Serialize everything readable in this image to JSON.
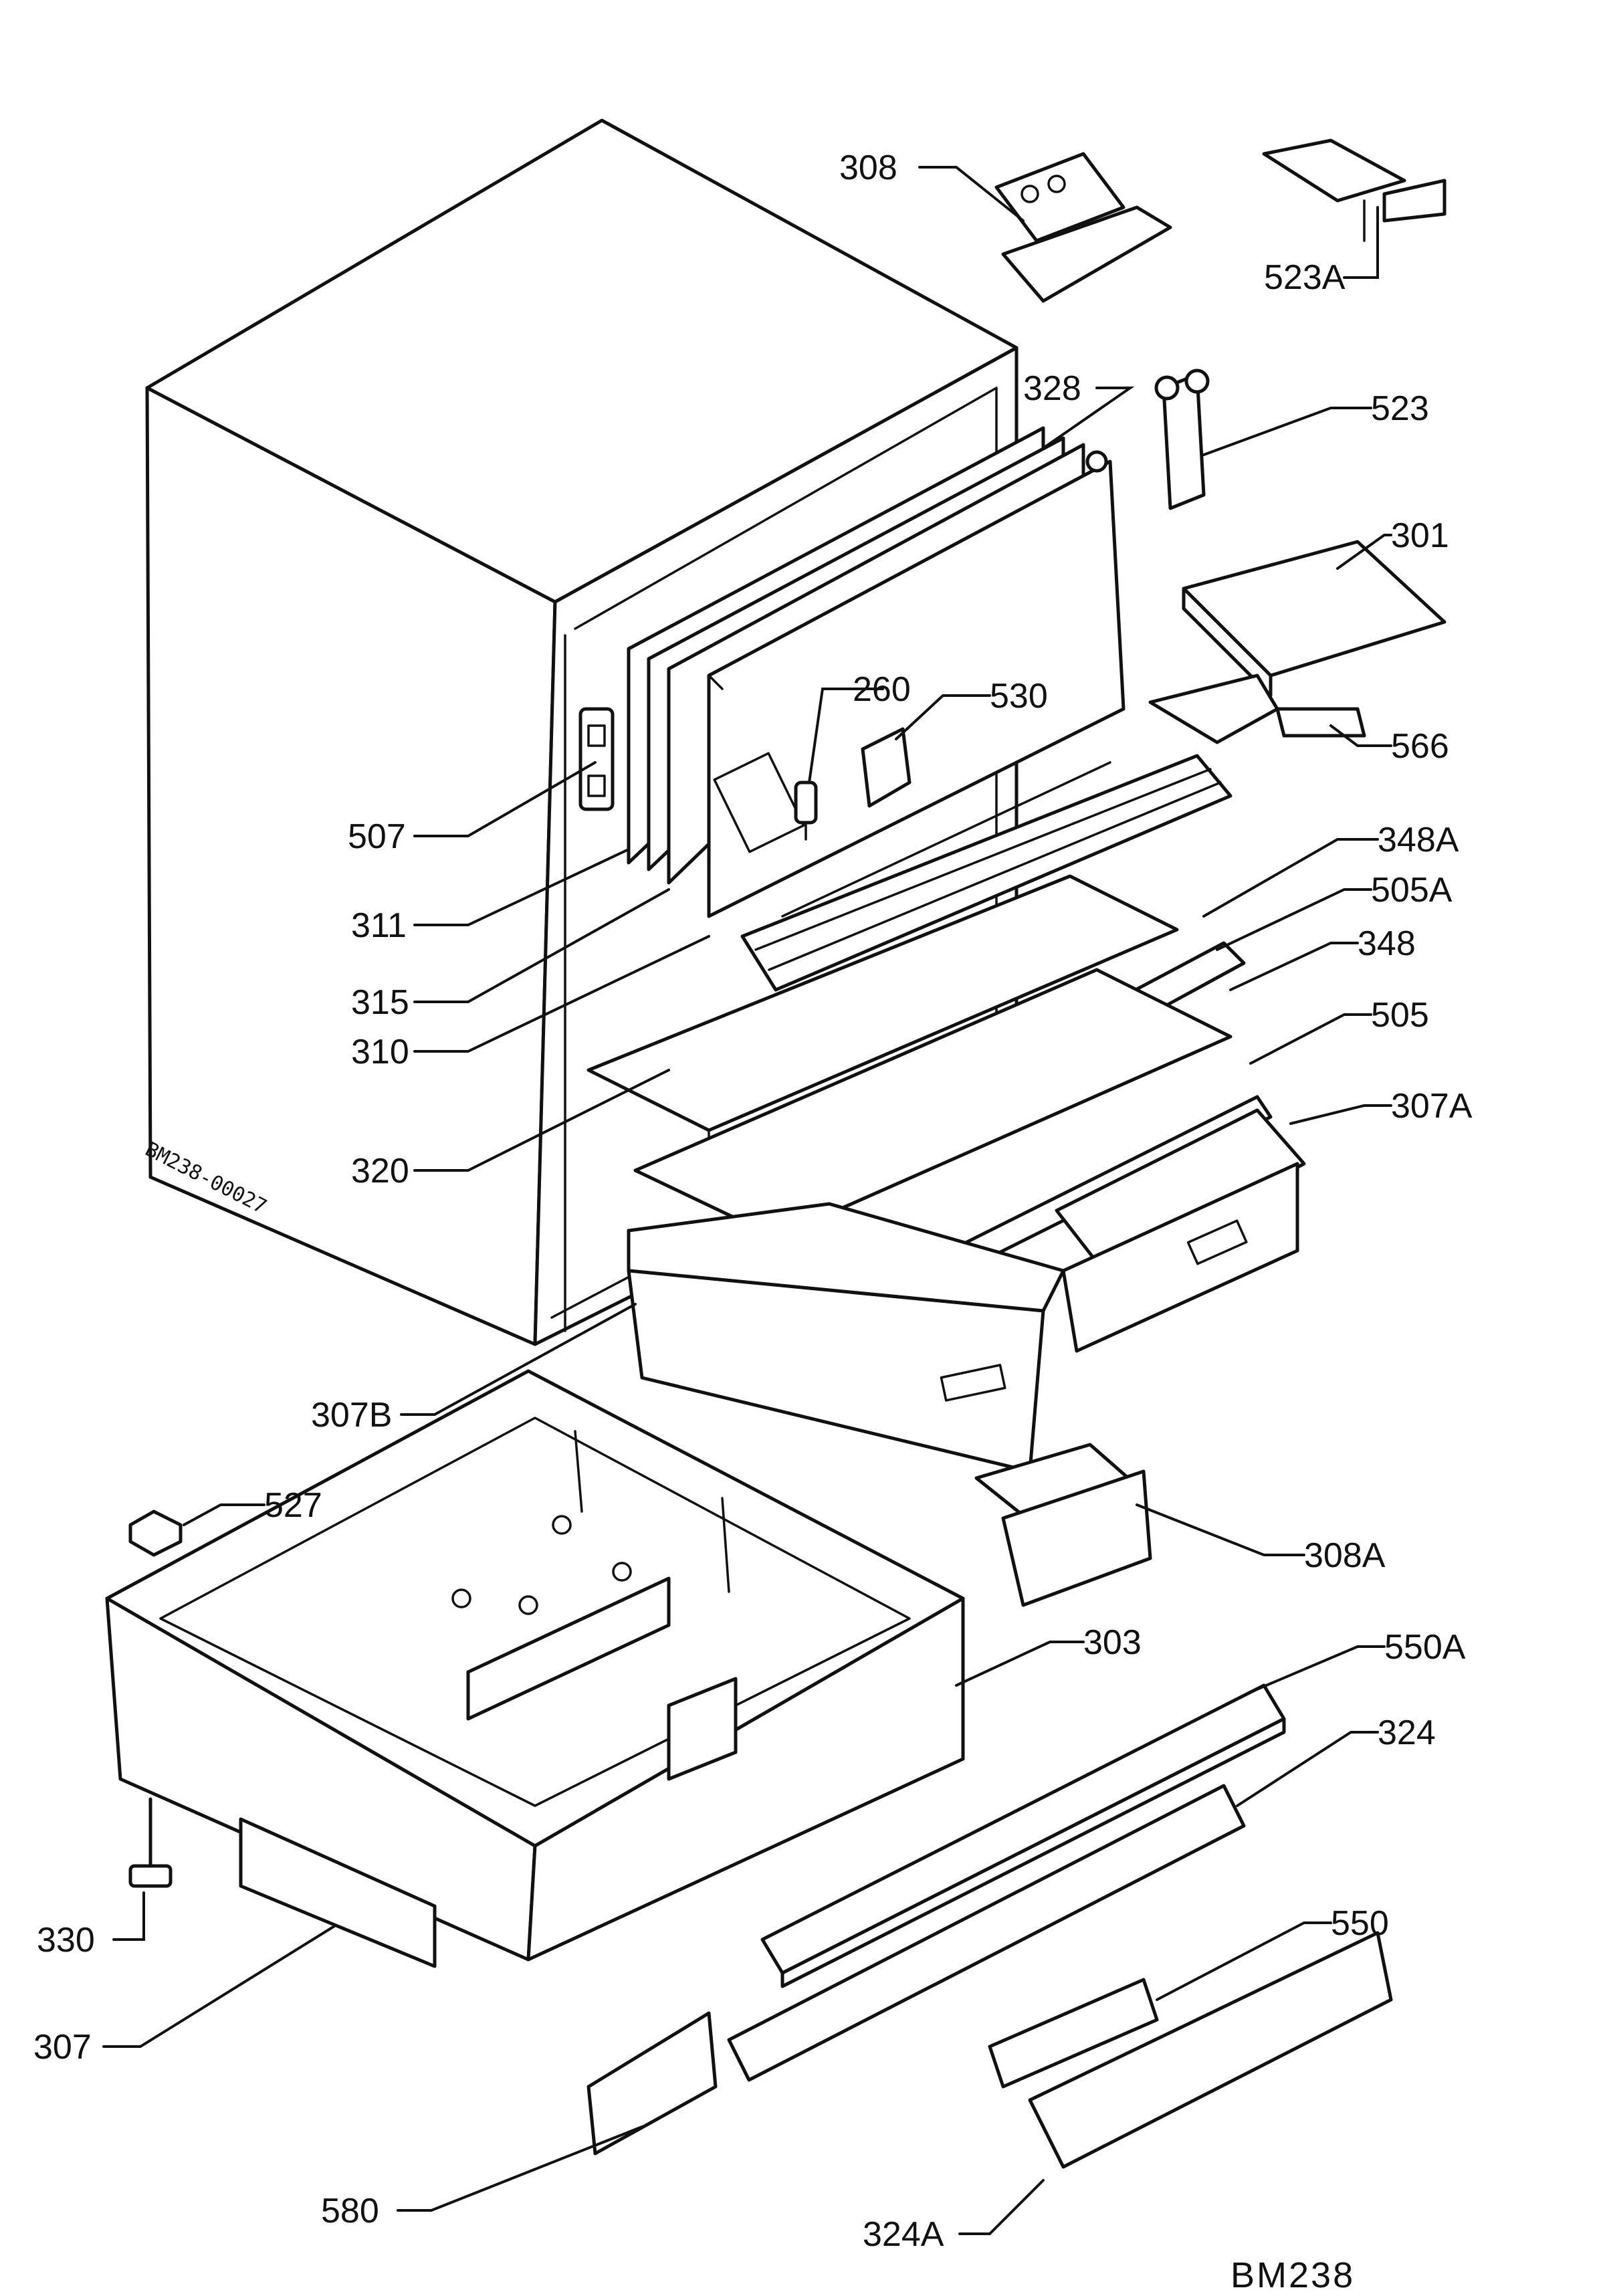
{
  "diagram": {
    "drawing_code": "BM238",
    "cabinet_stamp": "BM238-00027",
    "callouts": [
      {
        "id": "308",
        "label": "308"
      },
      {
        "id": "523A",
        "label": "523A"
      },
      {
        "id": "328",
        "label": "328"
      },
      {
        "id": "523",
        "label": "523"
      },
      {
        "id": "301",
        "label": "301"
      },
      {
        "id": "260",
        "label": "260"
      },
      {
        "id": "530",
        "label": "530"
      },
      {
        "id": "566",
        "label": "566"
      },
      {
        "id": "507",
        "label": "507"
      },
      {
        "id": "348A",
        "label": "348A"
      },
      {
        "id": "505A",
        "label": "505A"
      },
      {
        "id": "311",
        "label": "311"
      },
      {
        "id": "348",
        "label": "348"
      },
      {
        "id": "315",
        "label": "315"
      },
      {
        "id": "505",
        "label": "505"
      },
      {
        "id": "310",
        "label": "310"
      },
      {
        "id": "307A",
        "label": "307A"
      },
      {
        "id": "320",
        "label": "320"
      },
      {
        "id": "307B",
        "label": "307B"
      },
      {
        "id": "527",
        "label": "527"
      },
      {
        "id": "308A",
        "label": "308A"
      },
      {
        "id": "303",
        "label": "303"
      },
      {
        "id": "550A",
        "label": "550A"
      },
      {
        "id": "324",
        "label": "324"
      },
      {
        "id": "330",
        "label": "330"
      },
      {
        "id": "550",
        "label": "550"
      },
      {
        "id": "307",
        "label": "307"
      },
      {
        "id": "580",
        "label": "580"
      },
      {
        "id": "324A",
        "label": "324A"
      }
    ]
  }
}
